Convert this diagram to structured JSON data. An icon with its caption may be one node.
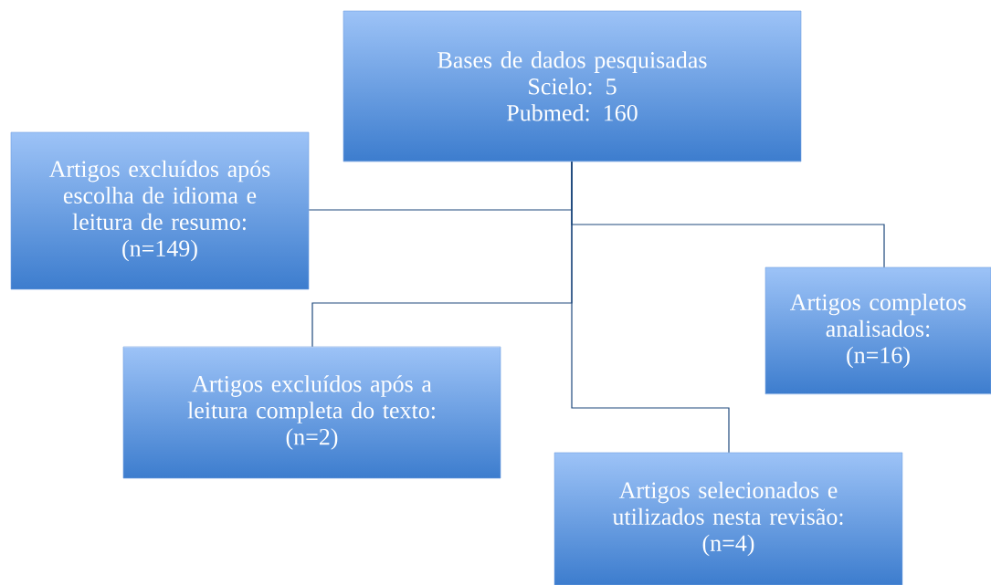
{
  "diagram": {
    "nodes": [
      {
        "text": [
          "Bases de dados pesquisadas",
          "Scielo: 5",
          "Pubmed: 160"
        ]
      },
      {
        "text": [
          "Artigos excluídos após escolha de idioma e leitura de resumo:",
          "(n=149)"
        ]
      },
      {
        "text": [
          "Artigos completos analisados:",
          "(n=16)"
        ]
      },
      {
        "text": [
          "Artigos excluídos após a leitura completa do texto:",
          "(n=2)"
        ]
      },
      {
        "text": [
          "Artigos selecionados e utilizados nesta revisão:",
          "(n=4)"
        ]
      }
    ],
    "edges": [
      {
        "from": 0,
        "to": 1,
        "arrow": "none"
      },
      {
        "from": 0,
        "to": 2,
        "arrow": "none"
      },
      {
        "from": 0,
        "to": 3,
        "arrow": "none"
      },
      {
        "from": 0,
        "to": 4,
        "arrow": "none"
      }
    ]
  }
}
